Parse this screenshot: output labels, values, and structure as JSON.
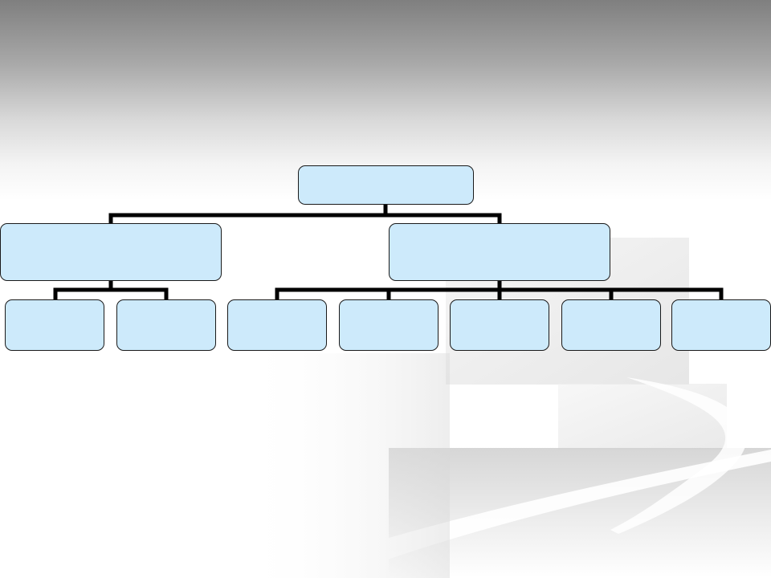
{
  "diagram": {
    "type": "org-chart",
    "colors": {
      "node_fill": "#cdeafb",
      "node_border": "#1a1a1a",
      "connector": "#000000"
    },
    "root": {
      "label": ""
    },
    "level1": [
      {
        "label": ""
      },
      {
        "label": ""
      }
    ],
    "level2": [
      {
        "label": "",
        "parent": 0
      },
      {
        "label": "",
        "parent": 0
      },
      {
        "label": "",
        "parent": 1
      },
      {
        "label": "",
        "parent": 1
      },
      {
        "label": "",
        "parent": 1
      },
      {
        "label": "",
        "parent": 1
      },
      {
        "label": "",
        "parent": 1
      }
    ]
  }
}
